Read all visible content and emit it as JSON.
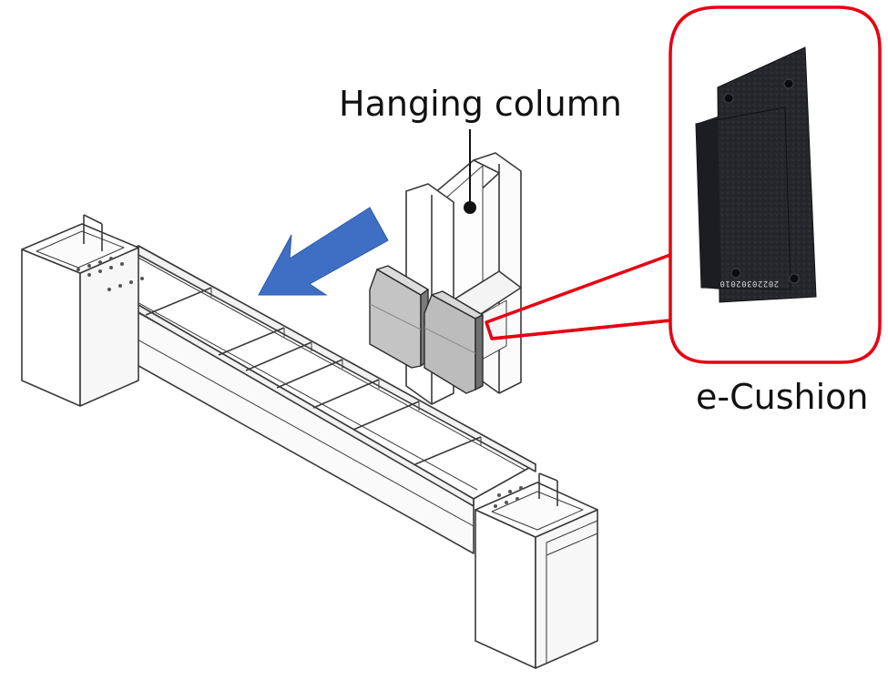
{
  "labels": {
    "hanging_column": "Hanging column",
    "e_cushion": "e-Cushion"
  },
  "callout": {
    "stamp_text": "20220302010",
    "border_color": "#e60012"
  },
  "colors": {
    "arrow": "#3f6fc4",
    "line": "#3a3a3a",
    "pad": "#b8b8b8",
    "pad_dark": "#6e6e6e",
    "cushion": "#26282c"
  },
  "icons": {
    "arrow": "arrow-left-down-icon",
    "pointer": "leader-dot-icon"
  }
}
